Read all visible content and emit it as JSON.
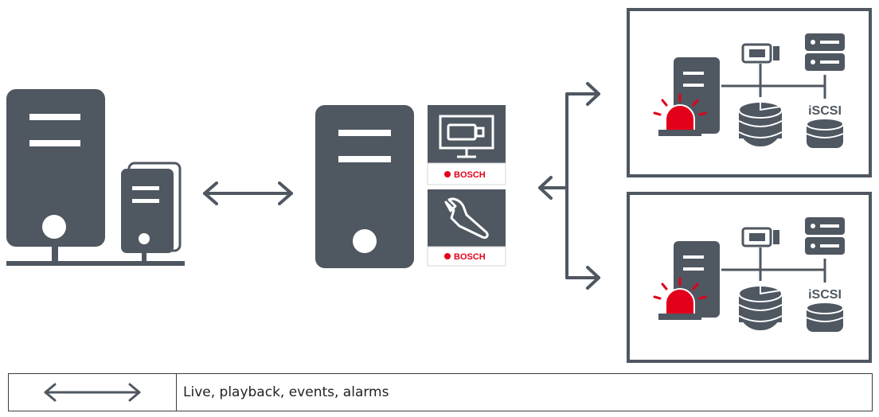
{
  "colors": {
    "device": "#4f5761",
    "alarm_red": "#e3001b",
    "line": "#4f5761",
    "white": "#ffffff"
  },
  "icons": {
    "left_workstation": "operator-client-workstation-icon",
    "left_small_server": "server-stack-icon",
    "center_server": "management-server-icon",
    "tile_top": "monitor-camera-app-icon",
    "tile_bottom": "wrench-config-app-icon",
    "site_server": "server-icon",
    "site_siren": "alarm-siren-icon",
    "site_camera": "camera-icon",
    "site_recorder": "recorder-icon",
    "site_storage": "database-icon",
    "site_iscsi_storage": "iscsi-storage-icon"
  },
  "tiles": {
    "top_brand": "BOSCH",
    "bottom_brand": "BOSCH"
  },
  "sites": [
    {
      "storage_label": "iSCSI"
    },
    {
      "storage_label": "iSCSI"
    }
  ],
  "legend": {
    "symbol": "double-arrow-icon",
    "description": "Live, playback, events, alarms"
  }
}
